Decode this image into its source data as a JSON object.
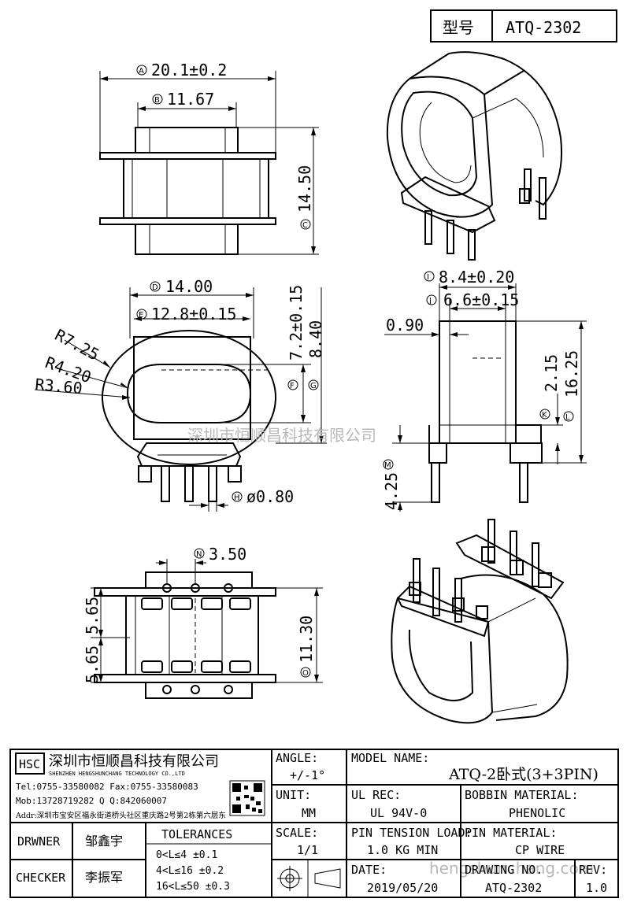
{
  "header": {
    "type_label": "型号",
    "model": "ATQ-2302"
  },
  "dims": {
    "A": "20.1±0.2",
    "B": "11.67",
    "C": "14.50",
    "D": "14.00",
    "E": "12.8±0.15",
    "R1": "R7.25",
    "R2": "R4.20",
    "R3": "R3.60",
    "F": "7.2±0.15",
    "G": "8.40",
    "H": "ø0.80",
    "I": "8.4±0.20",
    "J": "6.6±0.15",
    "t": "0.90",
    "K": "2.15",
    "L": "16.25",
    "M": "4.25",
    "N": "3.50",
    "p1": "5.65",
    "p2": "5.65",
    "O": "11.30"
  },
  "markers": {
    "A": "A",
    "B": "B",
    "C": "C",
    "D": "D",
    "E": "E",
    "F": "F",
    "G": "G",
    "H": "H",
    "I": "I",
    "J": "J",
    "K": "K",
    "L": "L",
    "M": "M",
    "N": "N",
    "O": "O"
  },
  "watermarks": {
    "center": "深圳市恒顺昌科技有限公司",
    "bottom": "hengshunchang.com"
  },
  "company": {
    "logo": "HSC",
    "name_cn": "深圳市恒顺昌科技有限公司",
    "name_en": "SHENZHEN HENGSHUNCHANG TECHNOLOGY CO.,LTD",
    "tel": "Tel:0755-33580082 Fax:0755-33580083",
    "mob": "Mob:13728719282    Q Q:842060007",
    "addr": "Addr:深圳市宝安区福永街道桥头社区重庆路2号第2栋第六层东"
  },
  "title_block": {
    "angle_label": "ANGLE:",
    "angle_value": "+/-1°",
    "unit_label": "UNIT:",
    "unit_value": "MM",
    "scale_label": "SCALE:",
    "scale_value": "1/1",
    "model_label": "MODEL NAME:",
    "model_value": "ATQ-2卧式(3+3PIN)",
    "ul_label": "UL REC:",
    "ul_value": "UL 94V-0",
    "bobbin_label": "BOBBIN MATERIAL:",
    "bobbin_value": "PHENOLIC",
    "tension_label": "PIN TENSION LOAD:",
    "tension_value": "1.0 KG MIN",
    "pin_label": "PIN MATERIAL:",
    "pin_value": "CP WIRE",
    "date_label": "DATE:",
    "date_value": "2019/05/20",
    "drawing_label": "DRAWING NO.",
    "drawing_value": "ATQ-2302",
    "rev_label": "REV:",
    "rev_value": "1.0",
    "drawer_label": "DRWNER",
    "drawer_name": "邹鑫宇",
    "checker_label": "CHECKER",
    "checker_name": "李振军",
    "tol_title": "TOLERANCES",
    "tol1": "0<L≤4    ±0.1",
    "tol2": "4<L≤16   ±0.2",
    "tol3": "16<L≤50  ±0.3"
  }
}
